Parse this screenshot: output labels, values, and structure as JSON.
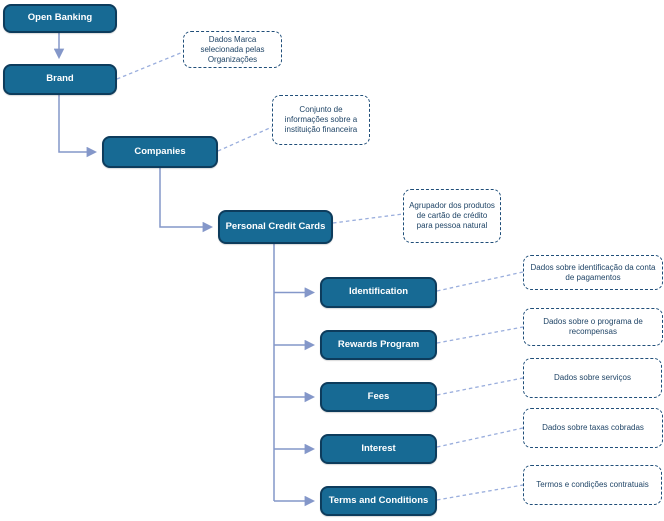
{
  "diagram": {
    "nodes": {
      "open_banking": {
        "label": "Open Banking"
      },
      "brand": {
        "label": "Brand"
      },
      "companies": {
        "label": "Companies"
      },
      "personal_credit_cards": {
        "label": "Personal Credit Cards"
      },
      "identification": {
        "label": "Identification"
      },
      "rewards_program": {
        "label": "Rewards Program"
      },
      "fees": {
        "label": "Fees"
      },
      "interest": {
        "label": "Interest"
      },
      "terms_and_conditions": {
        "label": "Terms and Conditions"
      }
    },
    "annotations": {
      "brand_note": {
        "text": "Dados Marca selecionada pelas Organizações"
      },
      "companies_note": {
        "text": "Conjunto de informações sobre a instituição financeira"
      },
      "personal_credit_cards_note": {
        "text": "Agrupador dos produtos de cartão de crédito para pessoa natural"
      },
      "identification_note": {
        "text": "Dados sobre identificação da conta de pagamentos"
      },
      "rewards_program_note": {
        "text": "Dados sobre o programa de recompensas"
      },
      "fees_note": {
        "text": "Dados sobre serviços"
      },
      "interest_note": {
        "text": "Dados sobre taxas cobradas"
      },
      "terms_and_conditions_note": {
        "text": "Termos e condições contratuais"
      }
    },
    "colors": {
      "node_fill": "#176a94",
      "node_border": "#0d3c5c",
      "node_text": "#ffffff",
      "note_border": "#1f4e79",
      "note_text": "#1f4466",
      "connector": "#8497c9",
      "note_connector": "#9aaedd",
      "background": "#ffffff"
    }
  }
}
